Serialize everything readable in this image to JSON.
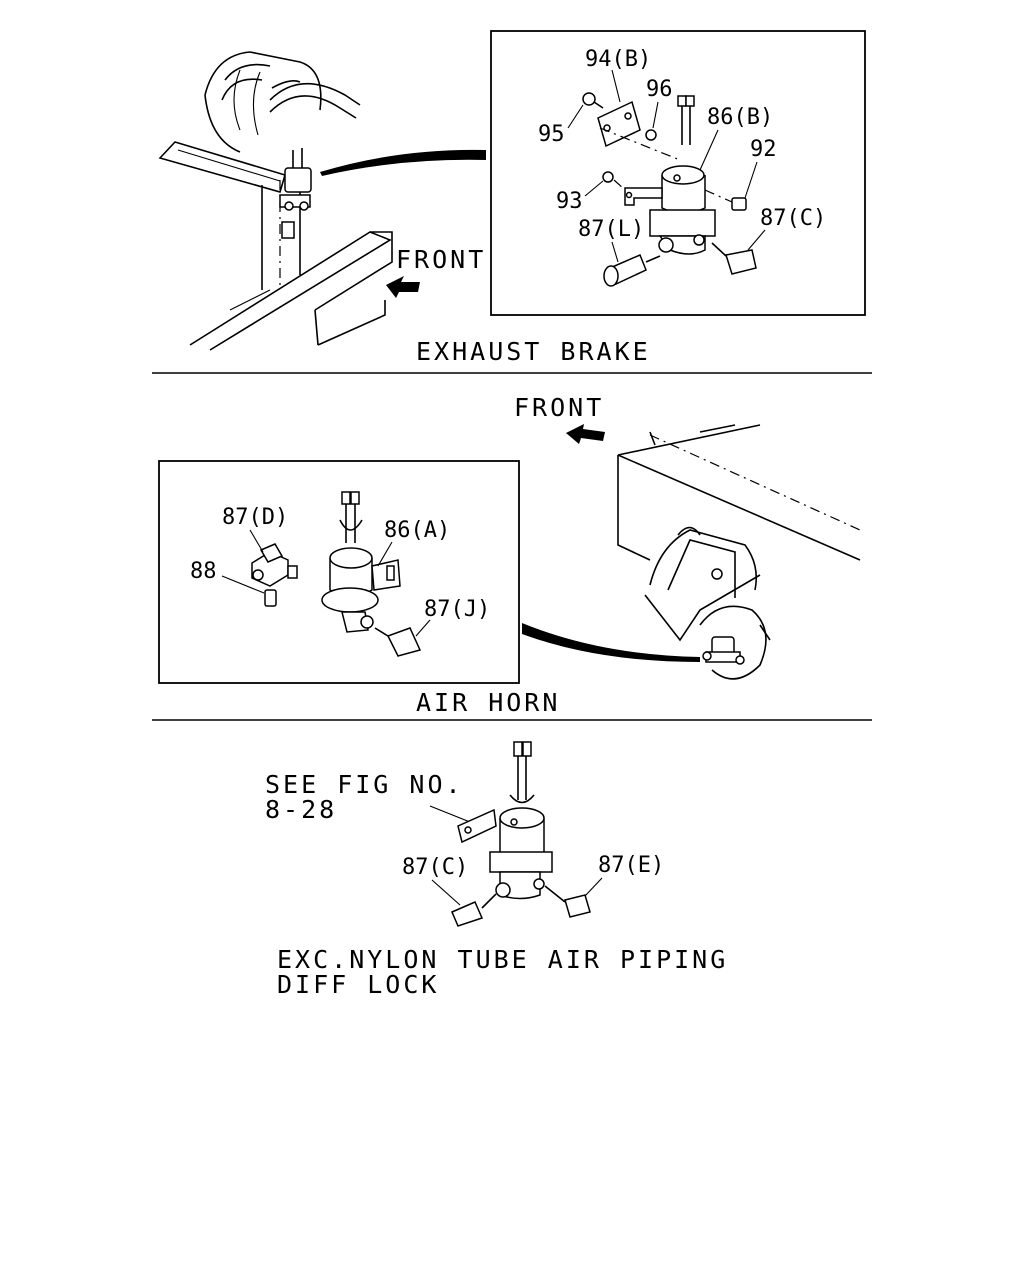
{
  "sections": {
    "exhaust_brake": {
      "caption": "EXHAUST BRAKE",
      "front": "FRONT",
      "callouts": {
        "c94b": "94(B)",
        "c96": "96",
        "c95": "95",
        "c86b": "86(B)",
        "c92": "92",
        "c93": "93",
        "c87l": "87(L)",
        "c87c": "87(C)"
      }
    },
    "air_horn": {
      "caption": "AIR HORN",
      "front": "FRONT",
      "callouts": {
        "c87d": "87(D)",
        "c86a": "86(A)",
        "c88": "88",
        "c87j": "87(J)"
      }
    },
    "diff_lock": {
      "see_line1": "SEE FIG NO.",
      "see_line2": "8-28",
      "caption_line1": "EXC.NYLON TUBE AIR PIPING",
      "caption_line2": "DIFF LOCK",
      "callouts": {
        "c87c": "87(C)",
        "c87e": "87(E)"
      }
    }
  }
}
